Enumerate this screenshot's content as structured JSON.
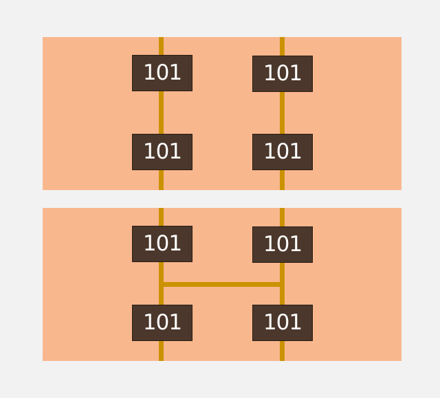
{
  "colors": {
    "background": "#f2f2f2",
    "panel": "#f9b78e",
    "wire": "#cb9200",
    "chip": "#4b372b"
  },
  "top_panel": {
    "chips": [
      {
        "label": "101"
      },
      {
        "label": "101"
      },
      {
        "label": "101"
      },
      {
        "label": "101"
      }
    ]
  },
  "bottom_panel": {
    "chips": [
      {
        "label": "101"
      },
      {
        "label": "101"
      },
      {
        "label": "101"
      },
      {
        "label": "101"
      }
    ]
  }
}
